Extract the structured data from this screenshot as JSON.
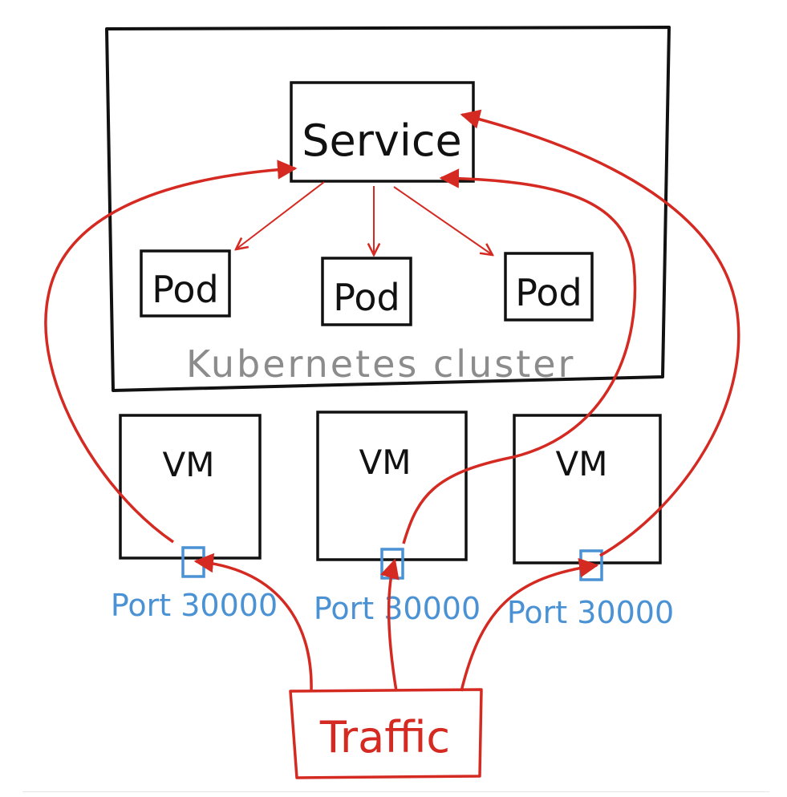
{
  "colors": {
    "ink": "#111111",
    "traffic": "#d42a22",
    "port": "#4a92d4",
    "cluster_label": "#8c8c8c"
  },
  "service": {
    "label": "Service"
  },
  "pods": [
    {
      "label": "Pod"
    },
    {
      "label": "Pod"
    },
    {
      "label": "Pod"
    }
  ],
  "cluster": {
    "label": "Kubernetes cluster"
  },
  "vms": [
    {
      "label": "VM",
      "port_label": "Port 30000"
    },
    {
      "label": "VM",
      "port_label": "Port 30000"
    },
    {
      "label": "VM",
      "port_label": "Port 30000"
    }
  ],
  "traffic": {
    "label": "Traffic"
  }
}
